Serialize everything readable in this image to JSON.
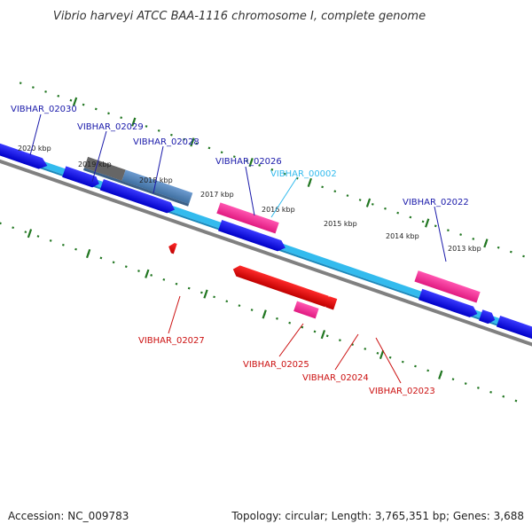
{
  "title": "Vibrio harveyi ATCC BAA-1116 chromosome I, complete genome",
  "footer": {
    "accession": "Accession: NC_009783",
    "summary": "Topology: circular; Length: 3,765,351 bp; Genes: 3,688"
  },
  "scale_labels": [
    "2020 kbp",
    "2019 kbp",
    "2018 kbp",
    "2017 kbp",
    "2016 kbp",
    "2015 kbp",
    "2014 kbp",
    "2013 kbp"
  ],
  "genes_top": [
    "VIBHAR_02030",
    "VIBHAR_02029",
    "VIBHAR_02028",
    "VIBHAR_02026",
    "VIBHAR_00002",
    "VIBHAR_02022"
  ],
  "genes_bottom": [
    "VIBHAR_02027",
    "VIBHAR_02025",
    "VIBHAR_02024",
    "VIBHAR_02023"
  ],
  "colors": {
    "forward_cds": "#0a0ae6",
    "reverse_cds": "#e60000",
    "rna": "#ff3399",
    "pseudo": "#4f7fb0",
    "backbone": "#33bbee",
    "scale_ticks": "#227722",
    "label_forward": "#1a1aaa",
    "label_reverse": "#cc1111",
    "label_rna": "#33bbee"
  }
}
